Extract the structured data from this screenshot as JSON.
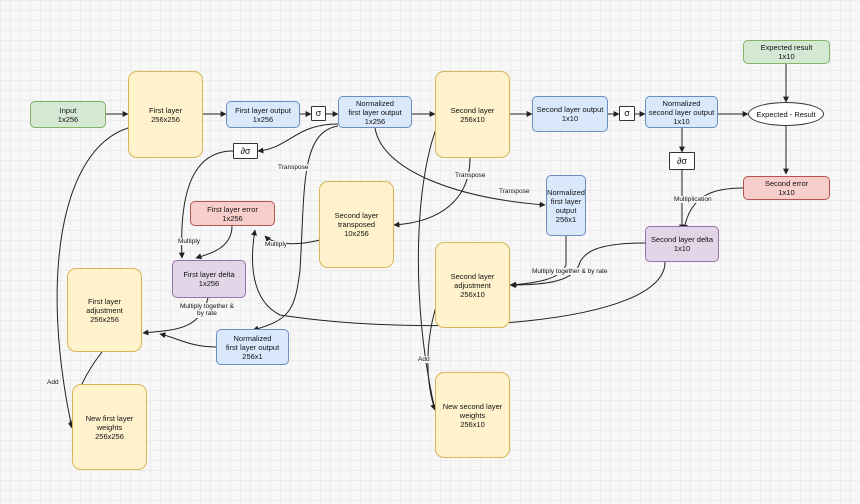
{
  "nodes": {
    "input": {
      "title": "Input",
      "dims": "1x256"
    },
    "first_layer": {
      "title": "First layer",
      "dims": "256x256"
    },
    "first_layer_output": {
      "title": "First layer output",
      "dims": "1x256"
    },
    "sigma_1": {
      "symbol": "σ"
    },
    "norm_first_output": {
      "title": "Normalized\nfirst layer output",
      "dims": "1x256"
    },
    "dsigma_1": {
      "symbol": "∂σ"
    },
    "second_layer": {
      "title": "Second layer",
      "dims": "256x10"
    },
    "second_layer_output": {
      "title": "Second layer output",
      "dims": "1x10"
    },
    "sigma_2": {
      "symbol": "σ"
    },
    "norm_second_output": {
      "title": "Normalized\nsecond layer output",
      "dims": "1x10"
    },
    "expected_result": {
      "title": "Expected result",
      "dims": "1x10"
    },
    "expected_minus_result": {
      "title": "Expected - Result"
    },
    "dsigma_2": {
      "symbol": "∂σ"
    },
    "second_error": {
      "title": "Second error",
      "dims": "1x10"
    },
    "second_layer_delta": {
      "title": "Second layer delta",
      "dims": "1x10"
    },
    "norm_first_output_t": {
      "title": "Normalized\nfirst layer\noutput",
      "dims": "256x1"
    },
    "second_layer_transposed": {
      "title": "Second layer\ntransposed",
      "dims": "10x256"
    },
    "first_layer_error": {
      "title": "First layer error",
      "dims": "1x256"
    },
    "first_layer_delta": {
      "title": "First layer delta",
      "dims": "1x256"
    },
    "first_layer_adjustment": {
      "title": "First layer\nadjustment",
      "dims": "256x256"
    },
    "norm_first_output_col": {
      "title": "Normalized\nfirst layer output",
      "dims": "256x1"
    },
    "second_layer_adjustment": {
      "title": "Second layer\nadjustment",
      "dims": "256x10"
    },
    "new_first_weights": {
      "title": "New first layer\nweights",
      "dims": "256x256"
    },
    "new_second_weights": {
      "title": "New second layer\nweights",
      "dims": "256x10"
    }
  },
  "edge_labels": {
    "transpose_1": "Transpose",
    "transpose_2": "Transpose",
    "transpose_3": "Transpose",
    "multiply_1": "Multiply",
    "multiply_2": "Multiply",
    "multiplication": "Multiplication",
    "multiply_rate_1": "Multiply together &\nby rate",
    "multiply_rate_2": "Multiply together & by rate",
    "add_1": "Add",
    "add_2": "Add"
  }
}
